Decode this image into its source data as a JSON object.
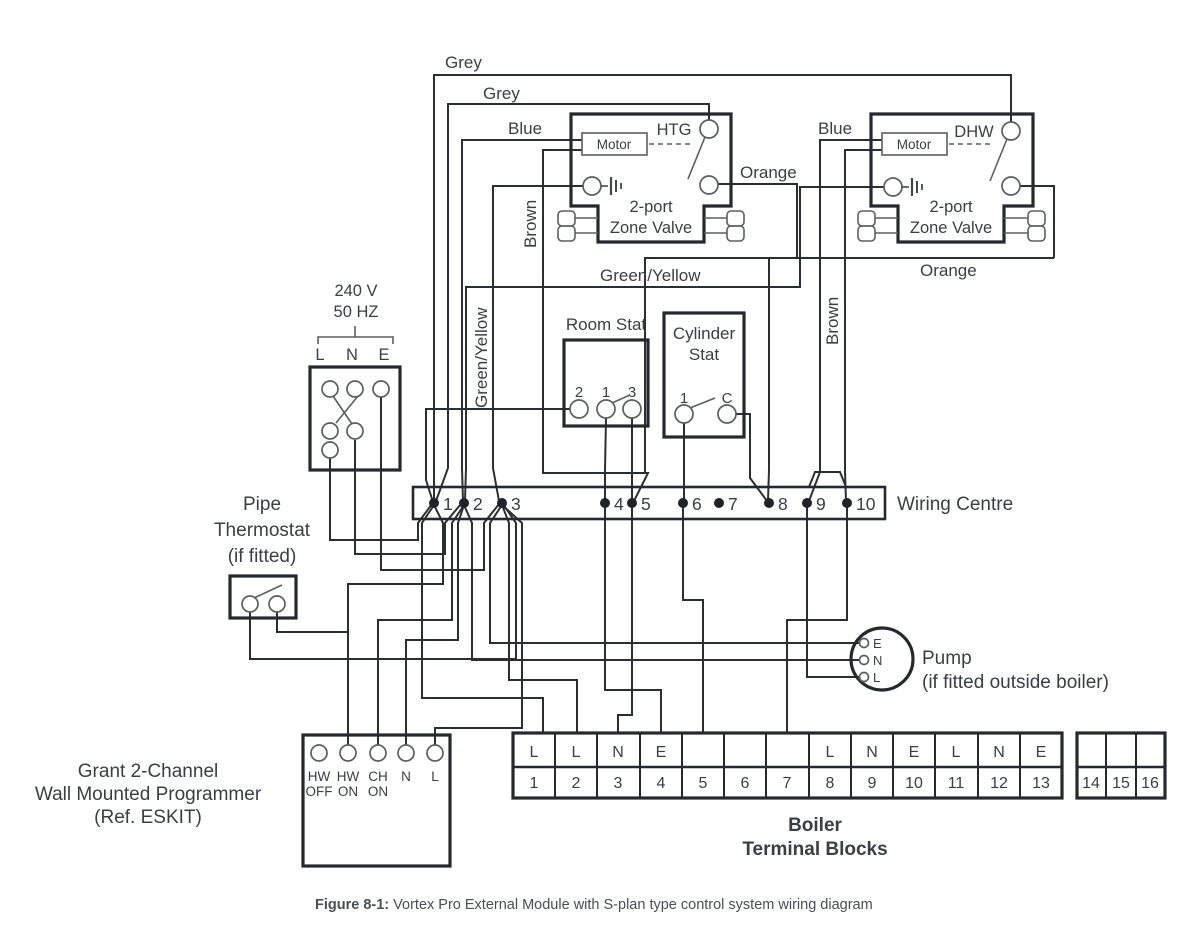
{
  "wire_labels": {
    "grey_top": "Grey",
    "grey_second": "Grey",
    "blue_left": "Blue",
    "blue_right": "Blue",
    "brown_left": "Brown",
    "brown_right": "Brown",
    "orange_left": "Orange",
    "orange_right": "Orange",
    "green_yellow_vertical": "Green/Yellow",
    "green_yellow_horizontal": "Green/Yellow"
  },
  "zone_valve_left": {
    "motor_label": "Motor",
    "switch_label": "HTG",
    "title_line1": "2-port",
    "title_line2": "Zone Valve"
  },
  "zone_valve_right": {
    "motor_label": "Motor",
    "switch_label": "DHW",
    "title_line1": "2-port",
    "title_line2": "Zone Valve"
  },
  "mains_supply": {
    "voltage": "240 V",
    "frequency": "50 HZ",
    "terminals": [
      "L",
      "N",
      "E"
    ]
  },
  "room_stat": {
    "title": "Room Stat",
    "terminals": [
      "2",
      "1",
      "3"
    ]
  },
  "cylinder_stat": {
    "title_line1": "Cylinder",
    "title_line2": "Stat",
    "terminals": [
      "1",
      "C"
    ]
  },
  "wiring_centre": {
    "label": "Wiring Centre",
    "terminals": [
      "1",
      "2",
      "3",
      "4",
      "5",
      "6",
      "7",
      "8",
      "9",
      "10"
    ]
  },
  "pipe_thermostat": {
    "title_line1": "Pipe",
    "title_line2": "Thermostat",
    "title_line3": "(if fitted)"
  },
  "pump": {
    "terminals": [
      "E",
      "N",
      "L"
    ],
    "label_line1": "Pump",
    "label_line2": "(if fitted outside boiler)"
  },
  "programmer": {
    "label_line1": "Grant 2-Channel",
    "label_line2": "Wall Mounted Programmer",
    "label_line3": "(Ref. ESKIT)",
    "terminal_labels_row1": [
      "HW",
      "HW",
      "CH",
      "N",
      "L"
    ],
    "terminal_labels_row2": [
      "OFF",
      "ON",
      "ON"
    ]
  },
  "boiler_terminal_blocks": {
    "label_line1": "Boiler",
    "label_line2": "Terminal Blocks",
    "letters": [
      "L",
      "L",
      "N",
      "E",
      "",
      "",
      "",
      "L",
      "N",
      "E",
      "L",
      "N",
      "E"
    ],
    "numbers": [
      "1",
      "2",
      "3",
      "4",
      "5",
      "6",
      "7",
      "8",
      "9",
      "10",
      "11",
      "12",
      "13"
    ],
    "extra_block_numbers": [
      "14",
      "15",
      "16"
    ]
  },
  "figure_caption": {
    "label": "Figure 8-1:",
    "text": " Vortex Pro External Module with S-plan type control system wiring diagram"
  }
}
